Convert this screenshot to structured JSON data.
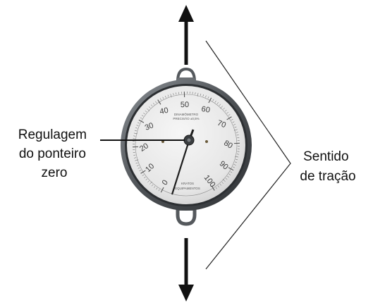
{
  "labels": {
    "zero_adjust": [
      "Regulagem",
      "do ponteiro",
      "zero"
    ],
    "direction": [
      "Sentido",
      "de tração"
    ]
  },
  "dial": {
    "ticks": [
      "0",
      "10",
      "20",
      "30",
      "40",
      "50",
      "60",
      "70",
      "80",
      "90",
      "100"
    ],
    "max_value": 100
  },
  "colors": {
    "arrow": "#111111",
    "text": "#111111",
    "dial_face": "#ececec",
    "rim": "#5b5f63"
  }
}
